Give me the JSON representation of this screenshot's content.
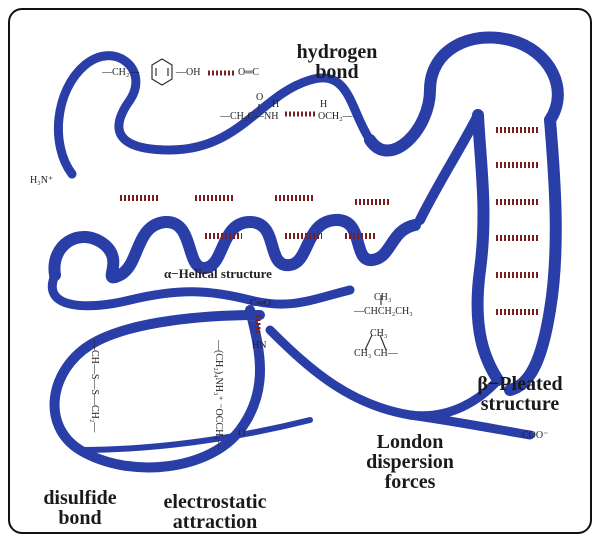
{
  "labels": {
    "hydrogen": [
      "hydrogen",
      "bond"
    ],
    "pleated": [
      "β−Pleated",
      "structure"
    ],
    "helical": "α−Helical structure",
    "london": [
      "London",
      "dispersion",
      "forces"
    ],
    "disulfide": [
      "disulfide",
      "bond"
    ],
    "electrostatic": [
      "electrostatic",
      "attraction"
    ]
  },
  "chem": {
    "n_terminus": "H₃N⁺",
    "c_terminus": "COO⁻",
    "tyrosine_left": "—CH₂—",
    "tyrosine_oh": "—OH",
    "carbonyl_top": "O═C",
    "amide_chain": "—CH₂C—NH",
    "amide_o": "O",
    "h_nh": "H",
    "och2": "OCH₂—",
    "och2_h": "H",
    "helix_co": "C═O",
    "helix_hn": "HN",
    "disulfide_chain": "—CH—S—S—CH₂—",
    "ionic_chain": "—(CH₂)₄NH₃⁺ ⁻OCCH₂—",
    "ionic_o": "O",
    "ch3_a": "CH₃",
    "chch_chain": "—CHCH₂CH₃",
    "ch3_b": "CH₃",
    "ch_chain": "CH₃ CH—"
  },
  "colors": {
    "ribbon": "#2a3ea8",
    "bond": "#7a1f1f",
    "frame": "#111111"
  }
}
